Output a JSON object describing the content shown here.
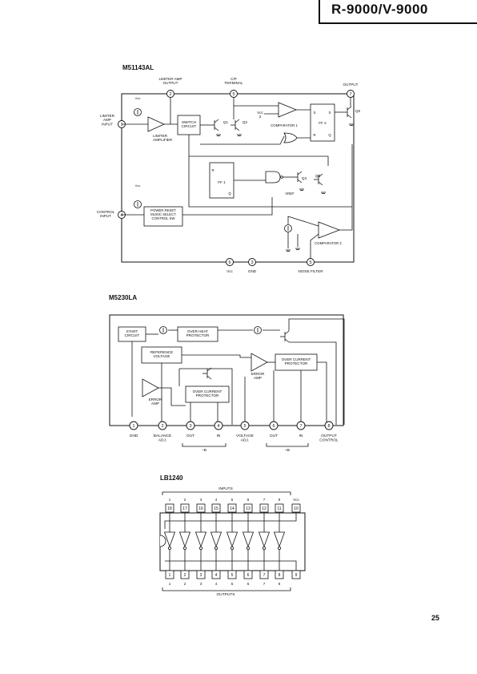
{
  "header": {
    "model": "R-9000/V-9000"
  },
  "page_number": "25",
  "m51143al": {
    "title": "M51143AL",
    "limiter_amp_output": "LIMITER AMP\nOUTPUT",
    "cp_terminal": "C/P\nTERMINAL",
    "output": "OUTPUT",
    "limiter_amp_input": "LIMITER\nAMP\nINPUT",
    "limiter_amplifier": "LIMITER\nAMPLIFIER",
    "switch_circuit": "SWITCH\nCIRCUIT",
    "q1": "Q1",
    "q2": "Q2",
    "q3": "Q3",
    "q4": "Q4",
    "q5": "Q5",
    "vcc_half": "Vcc\n2",
    "comparator1": "COMPARATOR 1",
    "ff2": "FF 2",
    "ff1": "FF 1",
    "s": "S",
    "r": "R",
    "q": "Q",
    "qbar": "Q̄",
    "vcc": "Vcc",
    "vref": "VREF",
    "control_input": "CONTROL\nINPUT",
    "power_reset": "POWER RESET\nMUSIC SELECT\nCONTROL SW",
    "comparator2": "COMPARATOR 2",
    "pin_vcc": "Vcc",
    "pin_gnd": "GND",
    "pin_noise": "NOISE FILTER",
    "pins": [
      "1",
      "2",
      "3",
      "4",
      "5",
      "6",
      "7"
    ]
  },
  "m5230la": {
    "title": "M5230LA",
    "start_circuit": "START\nCIRCUIT",
    "over_heat": "OVER HEAT\nPROTECTOR",
    "reference_voltage": "REFERENCE\nVOLTAGE",
    "over_current_right": "OVER CURRENT\nPROTECTOR",
    "error_amp_right": "ERROR\nAMP",
    "over_current_left": "OVER CURRENT\nPROTECTOR",
    "error_amp_left": "ERROR\nAMP",
    "pins": [
      "1",
      "2",
      "3",
      "4",
      "5",
      "6",
      "7",
      "8"
    ],
    "pin_labels": [
      "GND",
      "BALANCE\nADJ.",
      "OUT",
      "IN",
      "VOLTAGE\nADJ.",
      "OUT",
      "IN",
      "OUTPUT\nCONTROL"
    ],
    "minus_b": "−B",
    "plus_b": "+B"
  },
  "lb1240": {
    "title": "LB1240",
    "inputs": "INPUTS",
    "outputs": "OUTPUTS",
    "top_labels": [
      "1",
      "2",
      "3",
      "4",
      "5",
      "6",
      "7",
      "8",
      "Vcc"
    ],
    "top_pins": [
      "18",
      "17",
      "16",
      "15",
      "14",
      "13",
      "12",
      "11",
      "10"
    ],
    "bottom_pins": [
      "1",
      "2",
      "3",
      "4",
      "5",
      "6",
      "7",
      "8",
      "9"
    ],
    "bottom_labels": [
      "1",
      "2",
      "3",
      "4",
      "5",
      "6",
      "7",
      "8"
    ]
  }
}
